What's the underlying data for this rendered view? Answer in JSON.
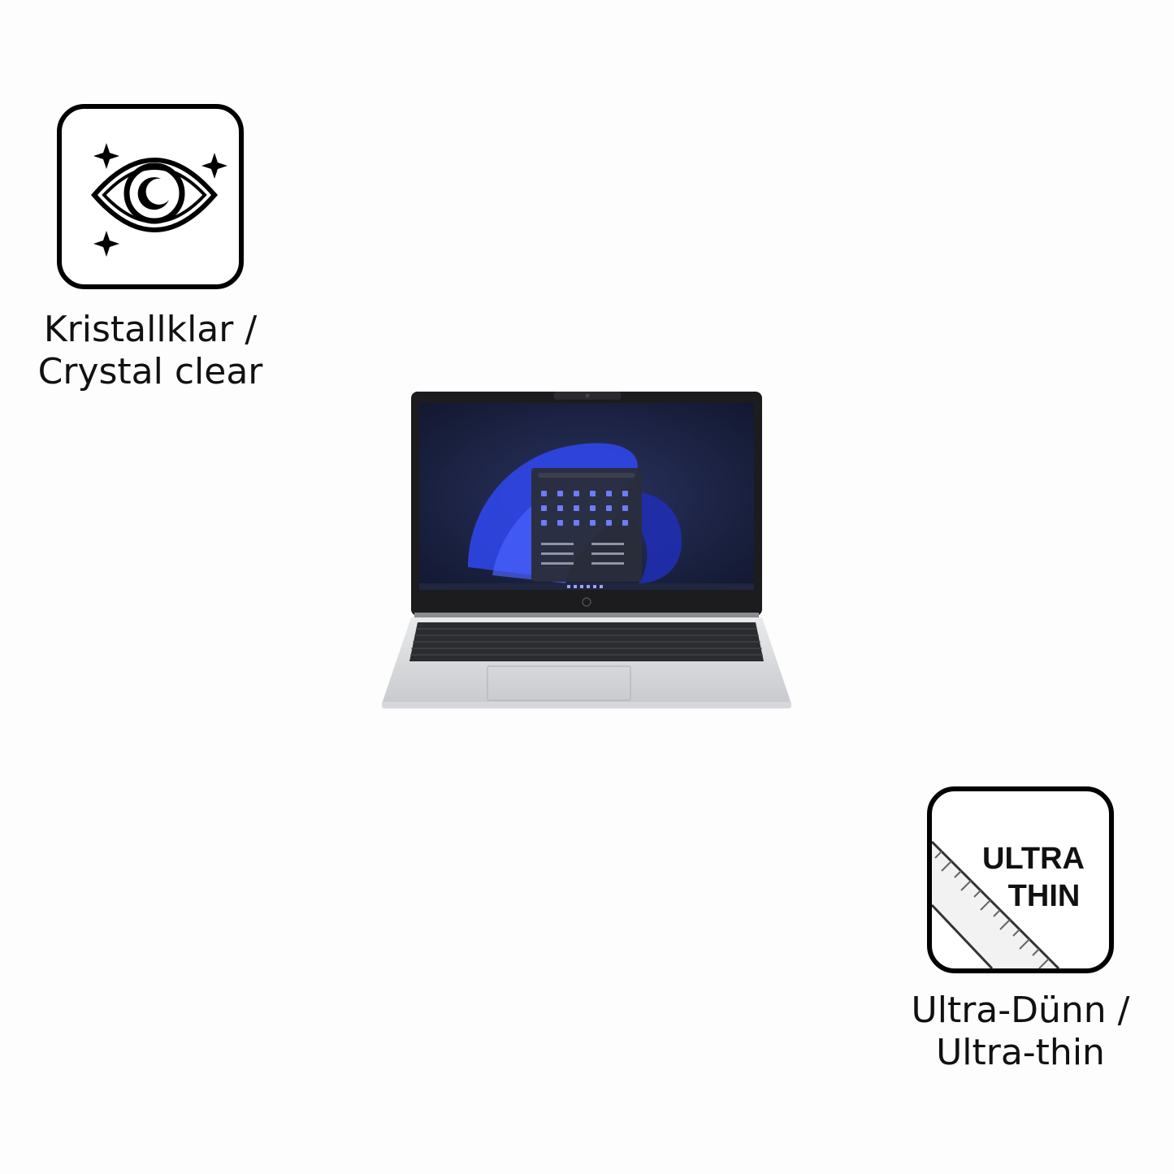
{
  "features": [
    {
      "id": "crystal",
      "icon": "eye-sparkle-icon",
      "caption_line1": "Kristallklar /",
      "caption_line2": "Crystal clear"
    },
    {
      "id": "ultra_thin",
      "icon": "ruler-ultra-thin-icon",
      "badge_line1": "ULTRA",
      "badge_line2": "THIN",
      "caption_line1": "Ultra-Dünn /",
      "caption_line2": "Ultra-thin"
    }
  ],
  "product_image": {
    "icon": "laptop-image",
    "colors": {
      "bezel": "#1c1c1f",
      "wallpaper": "#1a2240",
      "bloom": "#2f46e8",
      "chassis": "#dcdde0"
    }
  }
}
